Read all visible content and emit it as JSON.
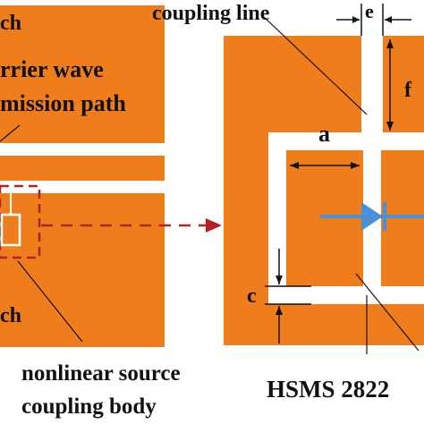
{
  "labels": {
    "coupling_line": "coupling line",
    "patch_top": "ch",
    "patch_bottom": "ch",
    "carrier_line1": "rrier wave",
    "carrier_line2": "mission path",
    "nonlinear_line1": "nonlinear source",
    "nonlinear_line2": "coupling body",
    "diode": "HSMS 2822",
    "dim_a": "a",
    "dim_c": "c",
    "dim_e": "e",
    "dim_f": "f"
  },
  "colors": {
    "patch": "#f07d1c",
    "outline": "#ffffff",
    "arrow_red": "#b22222",
    "diode_blue": "#4a90d9",
    "ink": "#111111"
  }
}
